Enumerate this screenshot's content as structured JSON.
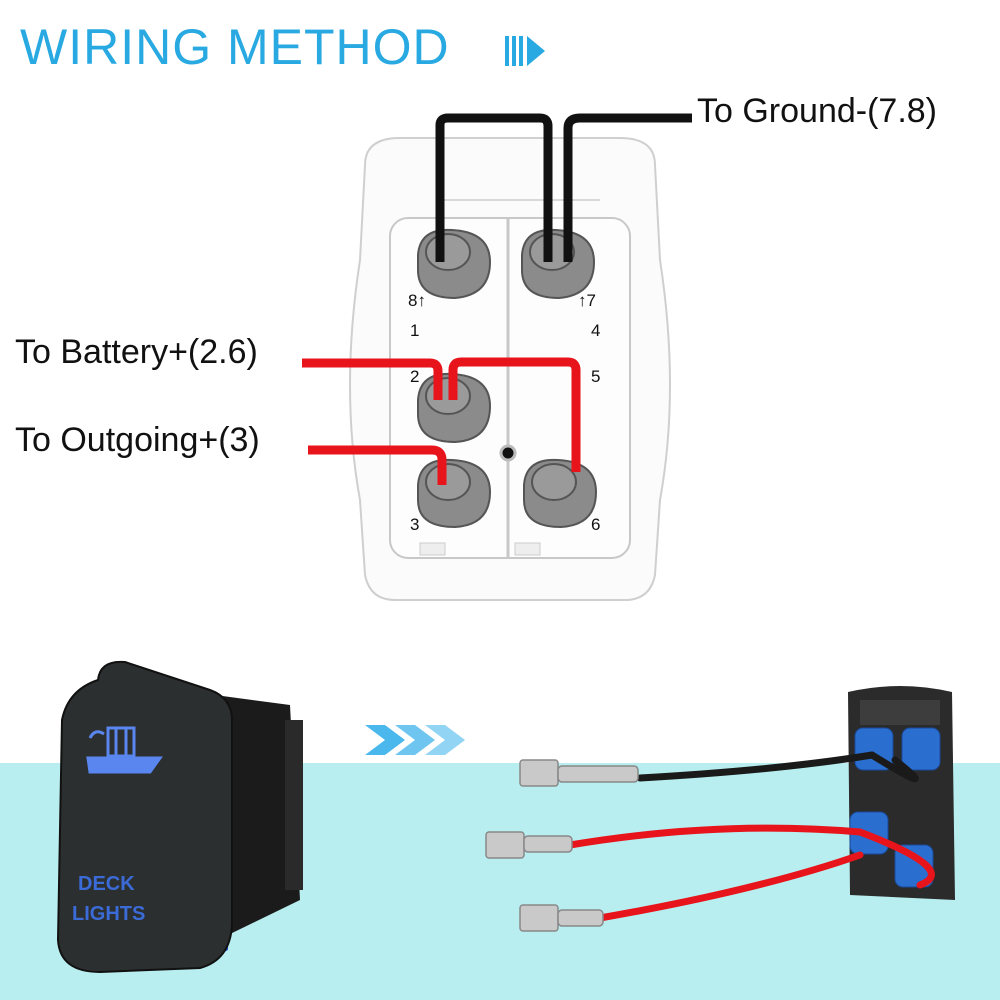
{
  "title": "WIRING METHOD",
  "labels": {
    "ground": "To Ground-(7.8)",
    "battery": "To Battery+(2.6)",
    "outgoing": "To Outgoing+(3)"
  },
  "pins": {
    "p8": "8↑",
    "p7": "↑7",
    "p1": "1",
    "p4": "4",
    "p2": "2",
    "p5": "5",
    "p3": "3",
    "p6": "6"
  },
  "switch_label": {
    "line1": "DECK",
    "line2": "LIGHTS"
  },
  "colors": {
    "title": "#29a9e1",
    "positive_wire": "#e8141b",
    "ground_wire": "#111111",
    "band": "#b9eef0",
    "switch_glow": "#2f5ee0"
  },
  "icons": [
    "forward-arrow-icon",
    "chevrons-right-icon",
    "boat-icon"
  ]
}
